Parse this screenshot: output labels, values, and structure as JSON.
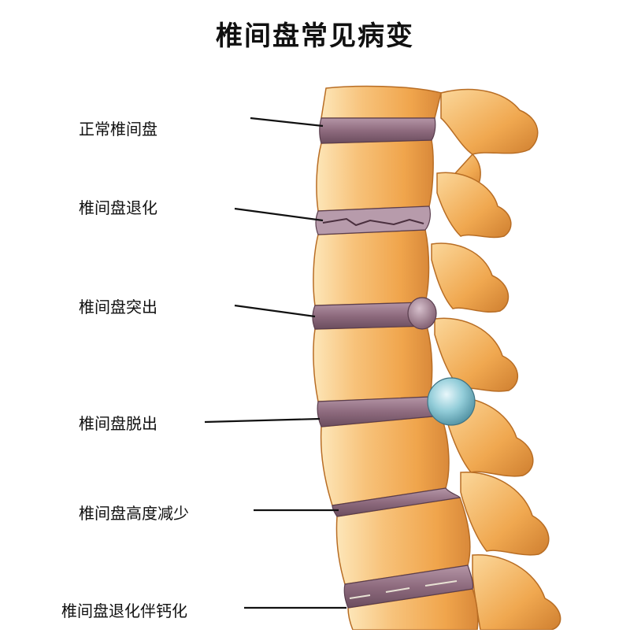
{
  "diagram": {
    "title": "椎间盘常见病变",
    "labels": [
      "正常椎间盘",
      "椎间盘退化",
      "椎间盘突出",
      "椎间盘脱出",
      "椎间盘高度减少",
      "椎间盘退化伴钙化"
    ]
  },
  "colors": {
    "bone": "#f4b25c",
    "bone_light": "#fde6b8",
    "bone_dark": "#c77a2a",
    "disc": "#9a7688",
    "disc_dark": "#6b4d5e",
    "herniation": "#a68596",
    "extrusion": "#8fc9d6",
    "leader_line": "#111111",
    "text": "#111111"
  }
}
